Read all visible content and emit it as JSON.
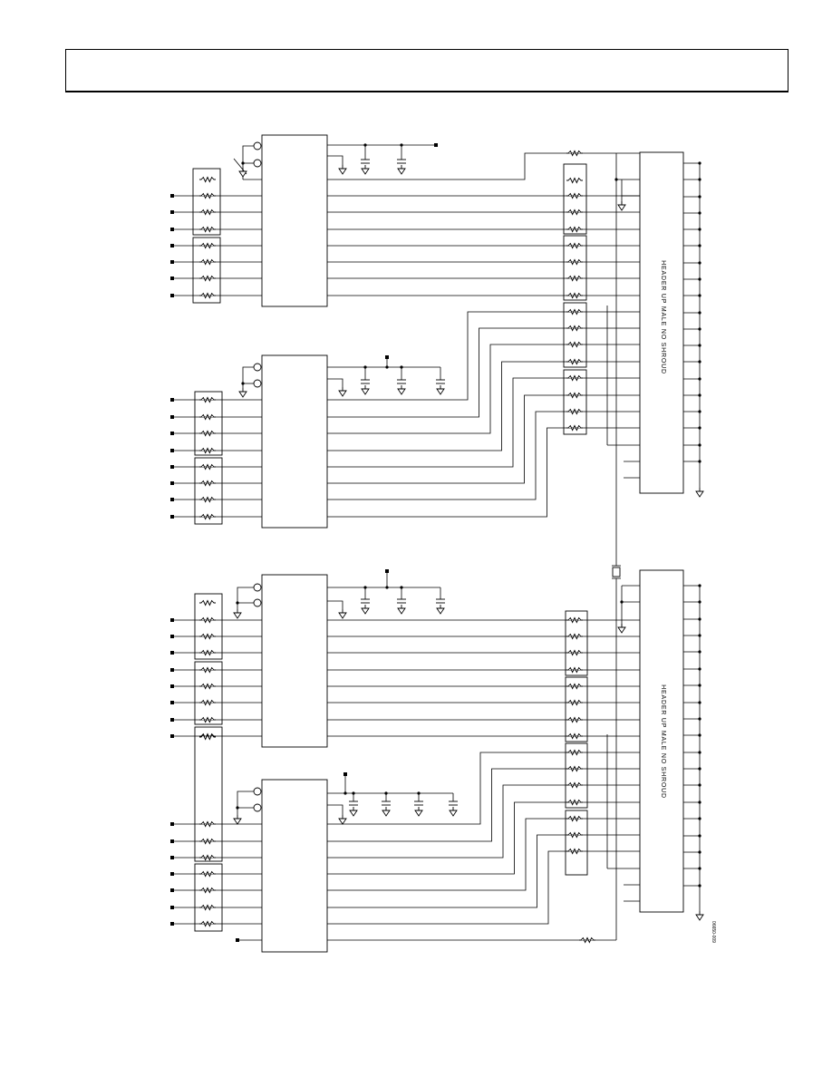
{
  "title_box": {
    "text": ""
  },
  "headers": [
    {
      "id": "header-top",
      "label": "HEADER UP MALE NO SHROUD"
    },
    {
      "id": "header-bottom",
      "label": "HEADER UP MALE NO SHROUD"
    }
  ],
  "figure_id": "06650-009"
}
